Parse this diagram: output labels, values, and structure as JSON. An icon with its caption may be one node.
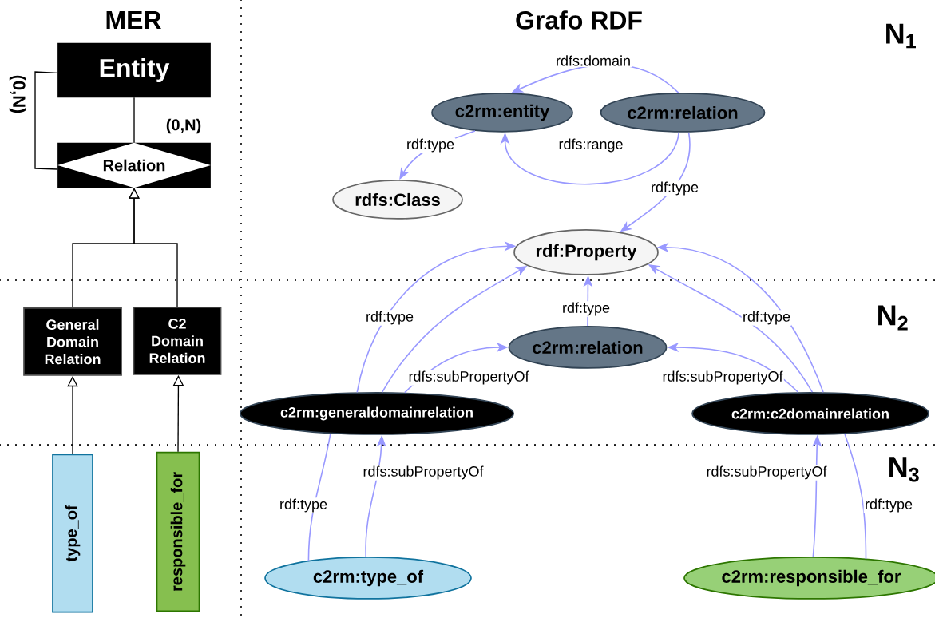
{
  "diagram": {
    "nodes": [
      {
        "text": [
          "Entity"
        ]
      },
      {
        "text": [
          "Relation"
        ]
      },
      {
        "text": [
          "General Domain Relation"
        ]
      },
      {
        "text": [
          "C2 Domain Relation"
        ]
      },
      {
        "text": [
          "type_of"
        ]
      },
      {
        "text": [
          "responsible_for"
        ]
      },
      {
        "text": [
          "c2rm:entity"
        ]
      },
      {
        "text": [
          "c2rm:relation"
        ]
      },
      {
        "text": [
          "rdfs:Class"
        ]
      },
      {
        "text": [
          "rdf:Property"
        ]
      },
      {
        "text": [
          "c2rm:relation"
        ]
      },
      {
        "text": [
          "c2rm:generaldomainrelation"
        ]
      },
      {
        "text": [
          "c2rm:c2domainrelation"
        ]
      },
      {
        "text": [
          "c2rm:type_of"
        ]
      },
      {
        "text": [
          "c2rm:responsible_for"
        ]
      }
    ],
    "edges": [
      {
        "from": 0,
        "to": 1,
        "arrow": "none",
        "label": "(0,N)",
        "color": "#000000"
      },
      {
        "from": 0,
        "to": 1,
        "arrow": "none",
        "label": "(0,N)",
        "color": "#000000"
      },
      {
        "from": 2,
        "to": 1,
        "arrow": "to",
        "color": "#000000"
      },
      {
        "from": 3,
        "to": 1,
        "arrow": "to",
        "color": "#000000"
      },
      {
        "from": 4,
        "to": 2,
        "arrow": "to",
        "color": "#000000"
      },
      {
        "from": 5,
        "to": 3,
        "arrow": "to",
        "color": "#000000"
      },
      {
        "from": 7,
        "to": 6,
        "arrow": "to",
        "label": "rdfs:domain"
      },
      {
        "from": 7,
        "to": 6,
        "arrow": "to",
        "label": "rdfs:range"
      },
      {
        "from": 6,
        "to": 8,
        "arrow": "to",
        "label": "rdf:type"
      },
      {
        "from": 7,
        "to": 9,
        "arrow": "to",
        "label": "rdf:type"
      },
      {
        "from": 11,
        "to": 9,
        "arrow": "to"
      },
      {
        "from": 11,
        "to": 10,
        "arrow": "to",
        "label": "rdfs:subPropertyOf"
      },
      {
        "from": 10,
        "to": 9,
        "arrow": "to",
        "label": "rdf:type"
      },
      {
        "from": 12,
        "to": 9,
        "arrow": "to",
        "label": "rdf:type"
      },
      {
        "from": 12,
        "to": 10,
        "arrow": "to",
        "label": "rdfs:subPropertyOf"
      },
      {
        "from": 13,
        "to": 11,
        "arrow": "none",
        "label": "rdf:type"
      },
      {
        "from": 13,
        "to": 11,
        "arrow": "to",
        "label": "rdfs:subPropertyOf"
      },
      {
        "from": 14,
        "to": 12,
        "arrow": "to",
        "label": "rdfs:subPropertyOf"
      },
      {
        "from": 14,
        "to": 12,
        "arrow": "none",
        "label": "rdf:type"
      },
      {
        "from": 11,
        "to": 9,
        "arrow": "to",
        "label": "rdf:type"
      },
      {
        "from": 12,
        "to": 9,
        "arrow": "to"
      }
    ],
    "labels": [
      "MER",
      "Grafo RDF",
      "N$_{1}$",
      "N$_{2}$",
      "N$_{3}$"
    ]
  }
}
